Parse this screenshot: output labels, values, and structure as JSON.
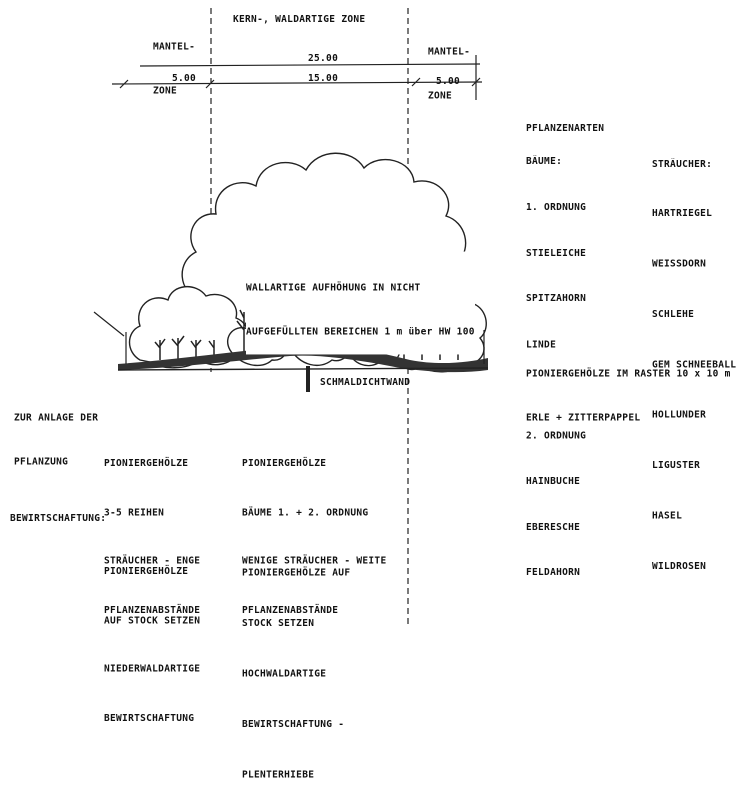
{
  "zones": {
    "left_mantle": [
      "MANTEL-",
      "ZONE"
    ],
    "core": "KERN-, WALDARTIGE ZONE",
    "right_mantle": [
      "MANTEL-",
      "ZONE"
    ]
  },
  "dimensions": {
    "total": "25.00",
    "left": "5.00",
    "middle": "15.00",
    "right": "5.00"
  },
  "plant_species": {
    "title": "PFLANZENARTEN",
    "trees_header": "BÄUME:",
    "shrubs_header": "STRÄUCHER:",
    "trees": [
      "1. ORDNUNG",
      "STIELEICHE",
      "SPITZAHORN",
      "LINDE",
      "",
      "2. ORDNUNG",
      "HAINBUCHE",
      "EBERESCHE",
      "FELDAHORN"
    ],
    "shrubs": [
      "HARTRIEGEL",
      "WEISSDORN",
      "SCHLEHE",
      "GEM SCHNEEBALL",
      "HOLLUNDER",
      "LIGUSTER",
      "HASEL",
      "WILDROSEN"
    ],
    "pioneer_note": [
      "PIONIERGEHÖLZE IM RASTER 10 x 10 m",
      "ERLE + ZITTERPAPPEL"
    ]
  },
  "embankment_label": [
    "WALLARTIGE AUFHÖHUNG IN NICHT",
    "AUFGEFÜLLTEN BEREICHEN 1 m über HW 100"
  ],
  "wall_label": "SCHMALDICHTWAND",
  "planting": {
    "title": [
      "ZUR ANLAGE DER",
      "PFLANZUNG"
    ],
    "mantle_text": [
      "PIONIERGEHÖLZE",
      "3-5 REIHEN",
      "STRÄUCHER - ENGE",
      "PFLANZENABSTÄNDE"
    ],
    "core_text": [
      "PIONIERGEHÖLZE",
      "BÄUME 1. + 2. ORDNUNG",
      "WENIGE STRÄUCHER - WEITE",
      "PFLANZENABSTÄNDE"
    ]
  },
  "management": {
    "title": "BEWIRTSCHAFTUNG:",
    "mantle_text": [
      "PIONIERGEHÖLZE",
      "AUF STOCK SETZEN",
      "NIEDERWALDARTIGE",
      "BEWIRTSCHAFTUNG"
    ],
    "core_text": [
      "PIONIERGEHÖLZE AUF",
      "STOCK SETZEN",
      "HOCHWALDARTIGE",
      "BEWIRTSCHAFTUNG -",
      "PLENTERHIEBE"
    ]
  }
}
